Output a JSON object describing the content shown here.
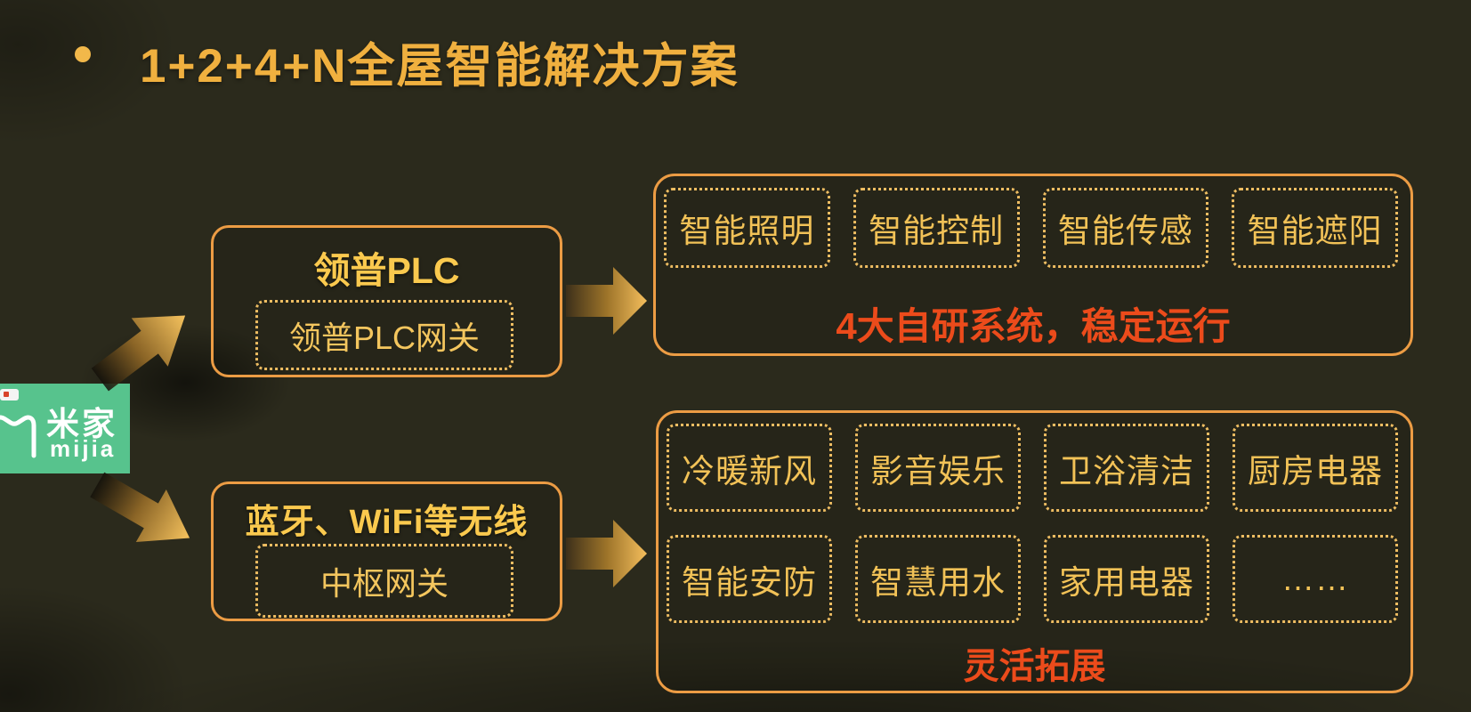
{
  "title": {
    "bullet": "•",
    "text": "1+2+4+N全屋智能解决方案"
  },
  "logo": {
    "cn": "米家",
    "en": "mijia"
  },
  "hub_plc": {
    "title": "领普PLC",
    "gateway": "领普PLC网关"
  },
  "hub_wireless": {
    "title": "蓝牙、WiFi等无线",
    "gateway": "中枢网关"
  },
  "systems_panel": {
    "items": [
      "智能照明",
      "智能控制",
      "智能传感",
      "智能遮阳"
    ],
    "caption": "4大自研系统，稳定运行"
  },
  "expand_panel": {
    "rows": [
      [
        "冷暖新风",
        "影音娱乐",
        "卫浴清洁",
        "厨房电器"
      ],
      [
        "智能安防",
        "智慧用水",
        "家用电器",
        "……"
      ]
    ],
    "caption": "灵活拓展"
  },
  "colors": {
    "background": "#2b2a1c",
    "title_gold": "#f0b03f",
    "border_orange": "#ec9c44",
    "dotted_gold": "#eebd62",
    "label_gold": "#f2c257",
    "caption_red": "#ec4b1b",
    "logo_green": "#57c38d",
    "arrow_gold": "#f4c163"
  }
}
